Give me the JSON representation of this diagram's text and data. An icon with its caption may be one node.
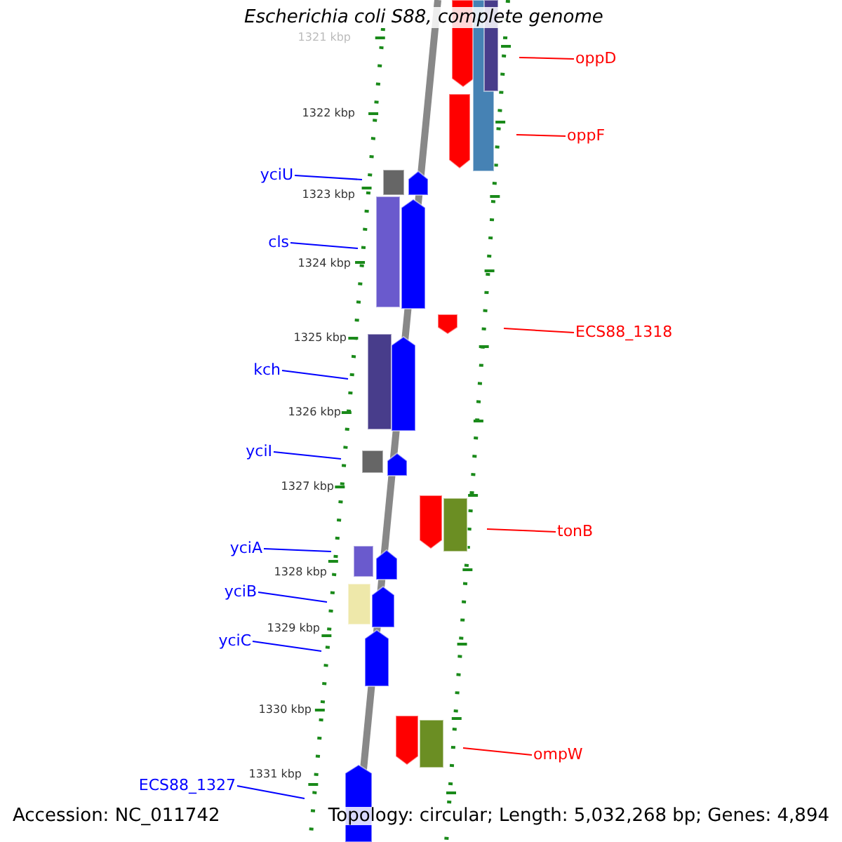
{
  "diagram": {
    "title": "Escherichia coli S88, complete genome",
    "nodes": [
      {
        "text": [
          "oppD"
        ]
      },
      {
        "text": [
          "oppF"
        ]
      },
      {
        "text": [
          "yciU"
        ]
      },
      {
        "text": [
          "cls"
        ]
      },
      {
        "text": [
          "ECS88_1318"
        ]
      },
      {
        "text": [
          "kch"
        ]
      },
      {
        "text": [
          "yciI"
        ]
      },
      {
        "text": [
          "tonB"
        ]
      },
      {
        "text": [
          "yciA"
        ]
      },
      {
        "text": [
          "yciB"
        ]
      },
      {
        "text": [
          "yciC"
        ]
      },
      {
        "text": [
          "ompW"
        ]
      },
      {
        "text": [
          "ECS88_1327"
        ]
      }
    ],
    "edges": [
      {
        "from": 0,
        "to": null,
        "arrow": "none",
        "color": "#ff0000"
      },
      {
        "from": 1,
        "to": null,
        "arrow": "none",
        "color": "#ff0000"
      },
      {
        "from": 2,
        "to": null,
        "arrow": "none"
      },
      {
        "from": 3,
        "to": null,
        "arrow": "none"
      },
      {
        "from": 4,
        "to": null,
        "arrow": "none",
        "color": "#ff0000"
      },
      {
        "from": 5,
        "to": null,
        "arrow": "none"
      },
      {
        "from": 6,
        "to": null,
        "arrow": "none"
      },
      {
        "from": 7,
        "to": null,
        "arrow": "none",
        "color": "#ff0000"
      },
      {
        "from": 8,
        "to": null,
        "arrow": "none"
      },
      {
        "from": 9,
        "to": null,
        "arrow": "none"
      },
      {
        "from": 10,
        "to": null,
        "arrow": "none"
      },
      {
        "from": 11,
        "to": null,
        "arrow": "none",
        "color": "#ff0000"
      },
      {
        "from": 12,
        "to": null,
        "arrow": "none"
      }
    ],
    "labels": [
      "1321 kbp",
      "1322 kbp",
      "1323 kbp",
      "1324 kbp",
      "1325 kbp",
      "1326 kbp",
      "1327 kbp",
      "1328 kbp",
      "1329 kbp",
      "1330 kbp",
      "1331 kbp",
      "Accession: NC_011742",
      "Topology: circular; Length: 5,032,268 bp; Genes: 4,894"
    ]
  }
}
